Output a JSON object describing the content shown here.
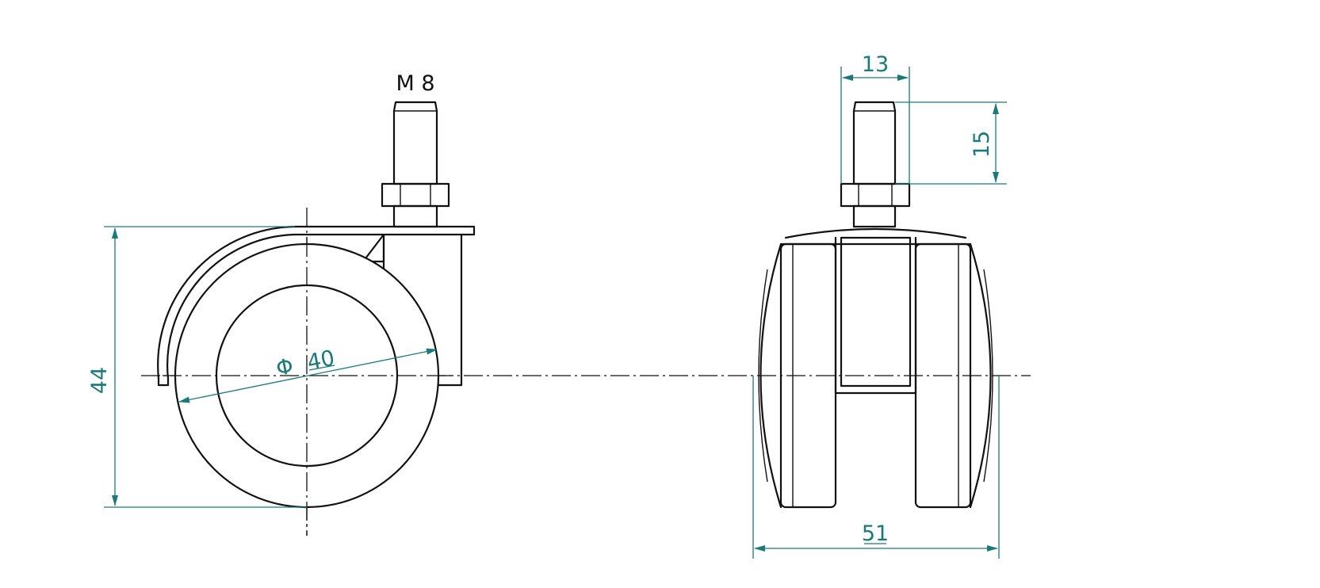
{
  "side_view": {
    "thread_label": "M 8",
    "height_dim": "44",
    "diameter_symbol": "Φ",
    "diameter_value": "40"
  },
  "front_view": {
    "pin_width_dim": "13",
    "pin_length_dim": "15",
    "overall_width_dim": "51"
  },
  "colors": {
    "outline": "#111111",
    "dimension": "#1a7a7a",
    "background": "#ffffff"
  }
}
